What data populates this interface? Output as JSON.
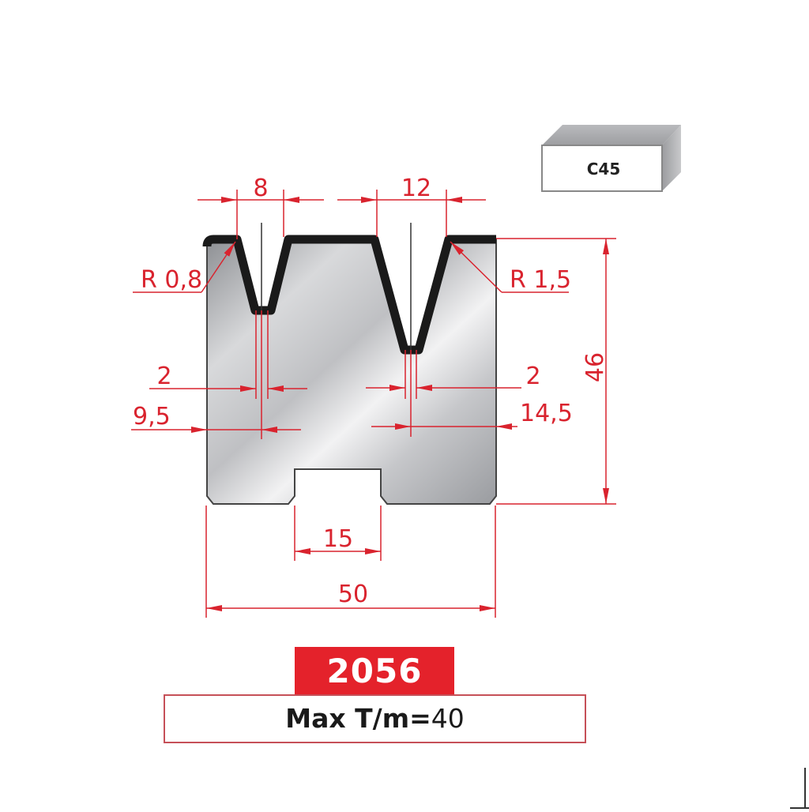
{
  "material": {
    "label": "C45"
  },
  "part": {
    "number": "2056",
    "max_label": "Max T/m=",
    "max_value": "40"
  },
  "dimensions": {
    "v1_opening": "8",
    "v2_opening": "12",
    "radius_left": "R 0,8",
    "radius_right": "R 1,5",
    "v1_flat": "2",
    "v2_flat": "2",
    "v1_offset": "9,5",
    "v2_offset": "14,5",
    "height": "46",
    "slot_width": "15",
    "total_width": "50"
  },
  "colors": {
    "dimension": "#d9232e",
    "badge": "#e4222b",
    "profile_edge": "#1a1a1a"
  }
}
